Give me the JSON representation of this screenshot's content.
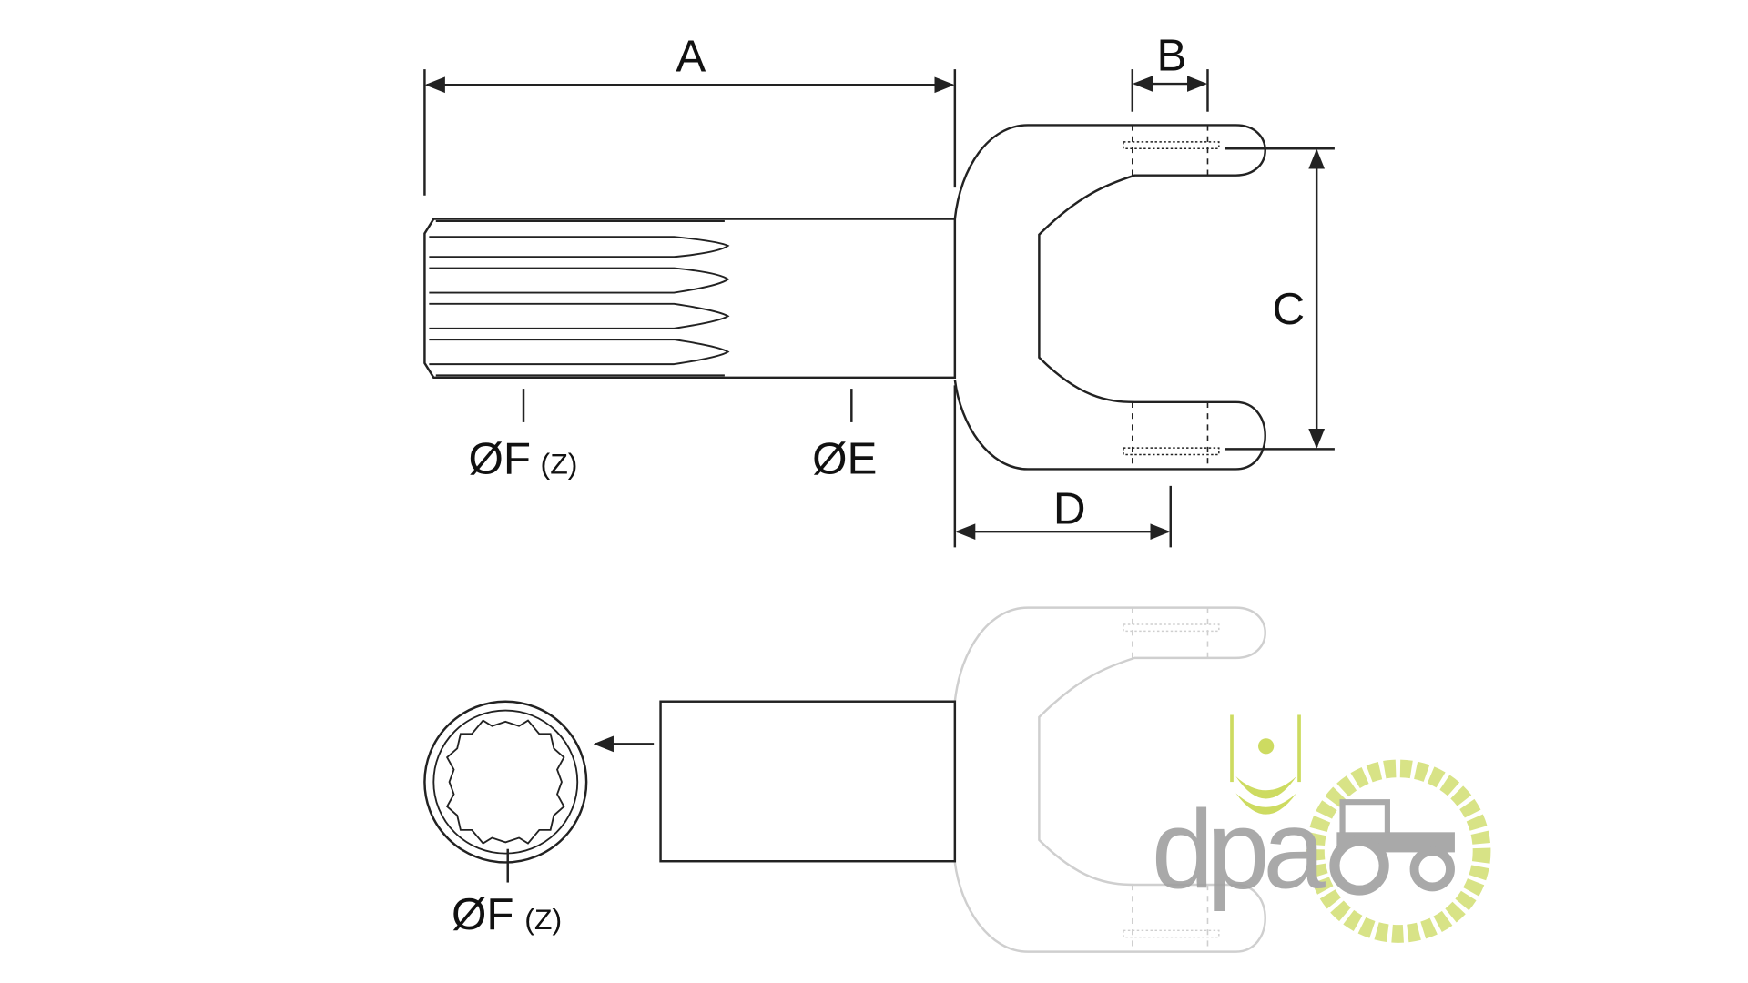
{
  "diagram": {
    "dimensions": {
      "a": "A",
      "b": "B",
      "c": "C",
      "d": "D"
    },
    "labels": {
      "spline_diameter": "ØF",
      "spline_count": "(Z)",
      "shaft_diameter": "ØE",
      "bore_diameter": "ØF",
      "bore_count": "(Z)"
    }
  },
  "logo": {
    "text": "dpa",
    "colors": {
      "text": "#a0a0a0",
      "gear": "#d4e07a",
      "wheat": "#c8d850"
    }
  },
  "colors": {
    "line": "#222222",
    "ghost": "#cfcfcf"
  }
}
